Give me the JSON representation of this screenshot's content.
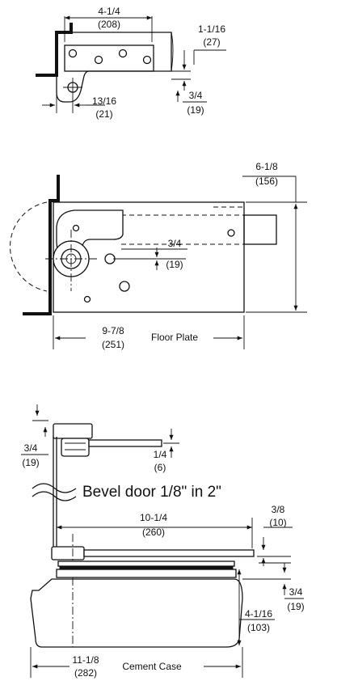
{
  "top_view": {
    "width_in": "4-1/4",
    "width_mm": "(208)",
    "offset_in": "1-1/16",
    "offset_mm": "(27)",
    "pivot_in": "13/16",
    "pivot_mm": "(21)",
    "side_in": "3/4",
    "side_mm": "(19)"
  },
  "floor_view": {
    "depth_in": "6-1/8",
    "depth_mm": "(156)",
    "pivot_in": "3/4",
    "pivot_mm": "(19)",
    "length_in": "9-7/8",
    "length_mm": "(251)",
    "length_label": "Floor Plate"
  },
  "side_view": {
    "bevel_label": "Bevel door  1/8\" in 2\"",
    "top_in": "3/4",
    "top_mm": "(19)",
    "arm_in": "1/4",
    "arm_mm": "(6)",
    "reach_in": "10-1/4",
    "reach_mm": "(260)",
    "gap_in": "3/8",
    "gap_mm": "(10)",
    "plate_in": "3/4",
    "plate_mm": "(19)",
    "case_h_in": "4-1/16",
    "case_h_mm": "(103)",
    "case_w_in": "11-1/8",
    "case_w_mm": "(282)",
    "case_label": "Cement Case"
  }
}
